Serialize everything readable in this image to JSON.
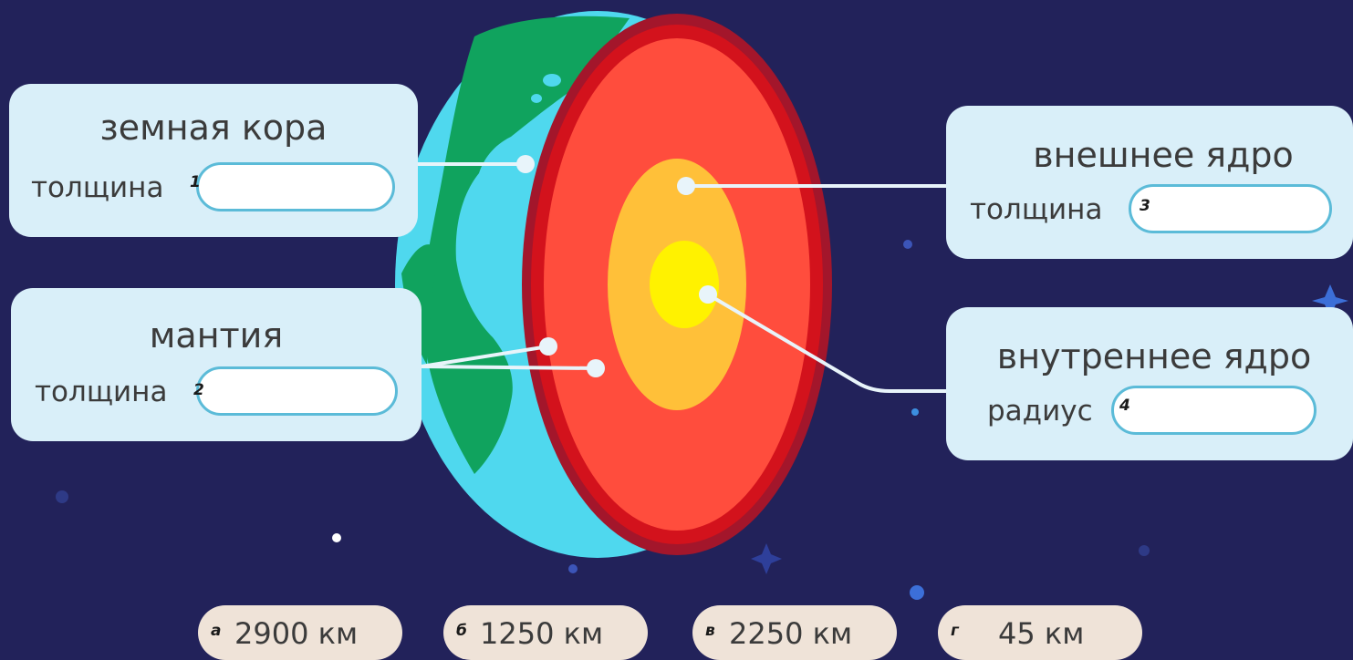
{
  "layers": {
    "crust": {
      "title": "земная кора",
      "measure": "толщина",
      "number": "1"
    },
    "mantle": {
      "title": "мантия",
      "measure": "толщина",
      "number": "2"
    },
    "outer_core": {
      "title": "внешнее ядро",
      "measure": "толщина",
      "number": "3"
    },
    "inner_core": {
      "title": "внутреннее ядро",
      "measure": "радиус",
      "number": "4"
    }
  },
  "answers": [
    {
      "letter": "а",
      "value": "2900 км"
    },
    {
      "letter": "б",
      "value": "1250 км"
    },
    {
      "letter": "в",
      "value": "2250 км"
    },
    {
      "letter": "г",
      "value": "45 км"
    }
  ],
  "colors": {
    "background": "#22225a",
    "ocean": "#4fd8ee",
    "land": "#10a35e",
    "crust_rim": "#d3121c",
    "mantle": "#ff4d3d",
    "outer_core": "#ffc039",
    "inner_core": "#fff200",
    "card": "#d9eff9",
    "chip": "#efe3d8"
  },
  "icons": [
    "star-icon",
    "connector-dot"
  ]
}
